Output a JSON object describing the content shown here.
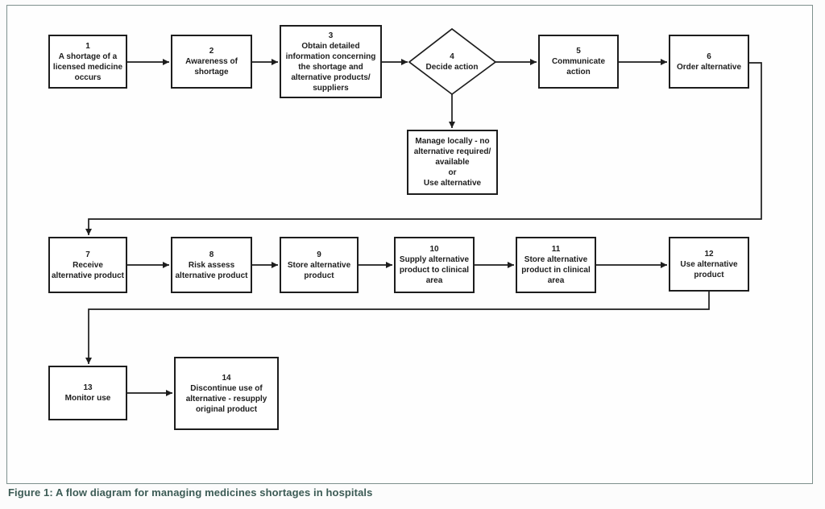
{
  "caption": "Figure 1: A flow diagram for managing medicines shortages in hospitals",
  "colors": {
    "line": "#1d1d1d",
    "box_border": "#1d1d1d",
    "caption_text": "#3c5b55",
    "frame_border": "#7e908d"
  },
  "nodes": {
    "n1": {
      "num": "1",
      "label": "A shortage of a\nlicensed medicine\noccurs"
    },
    "n2": {
      "num": "2",
      "label": "Awareness of\nshortage"
    },
    "n3": {
      "num": "3",
      "label": "Obtain detailed\ninformation concerning\nthe shortage and\nalternative products/\nsuppliers"
    },
    "n4": {
      "num": "4",
      "label": "Decide action"
    },
    "n5": {
      "num": "5",
      "label": "Communicate\naction"
    },
    "n6": {
      "num": "6",
      "label": "Order alternative"
    },
    "manage": {
      "label": "Manage locally - no\nalternative required/\navailable\nor\nUse alternative"
    },
    "n7": {
      "num": "7",
      "label": "Receive\nalternative product"
    },
    "n8": {
      "num": "8",
      "label": "Risk assess\nalternative product"
    },
    "n9": {
      "num": "9",
      "label": "Store alternative\nproduct"
    },
    "n10": {
      "num": "10",
      "label": "Supply alternative\nproduct to clinical\narea"
    },
    "n11": {
      "num": "11",
      "label": "Store alternative\nproduct in clinical\narea"
    },
    "n12": {
      "num": "12",
      "label": "Use alternative\nproduct"
    },
    "n13": {
      "num": "13",
      "label": "Monitor use"
    },
    "n14": {
      "num": "14",
      "label": "Discontinue use of\nalternative - resupply\noriginal product"
    }
  },
  "edges": [
    {
      "from": "1",
      "to": "2"
    },
    {
      "from": "2",
      "to": "3"
    },
    {
      "from": "3",
      "to": "4"
    },
    {
      "from": "4",
      "to": "5"
    },
    {
      "from": "4",
      "to": "manage"
    },
    {
      "from": "5",
      "to": "6"
    },
    {
      "from": "6",
      "to": "7"
    },
    {
      "from": "7",
      "to": "8"
    },
    {
      "from": "8",
      "to": "9"
    },
    {
      "from": "9",
      "to": "10"
    },
    {
      "from": "10",
      "to": "11"
    },
    {
      "from": "11",
      "to": "12"
    },
    {
      "from": "12",
      "to": "13"
    },
    {
      "from": "13",
      "to": "14"
    }
  ]
}
